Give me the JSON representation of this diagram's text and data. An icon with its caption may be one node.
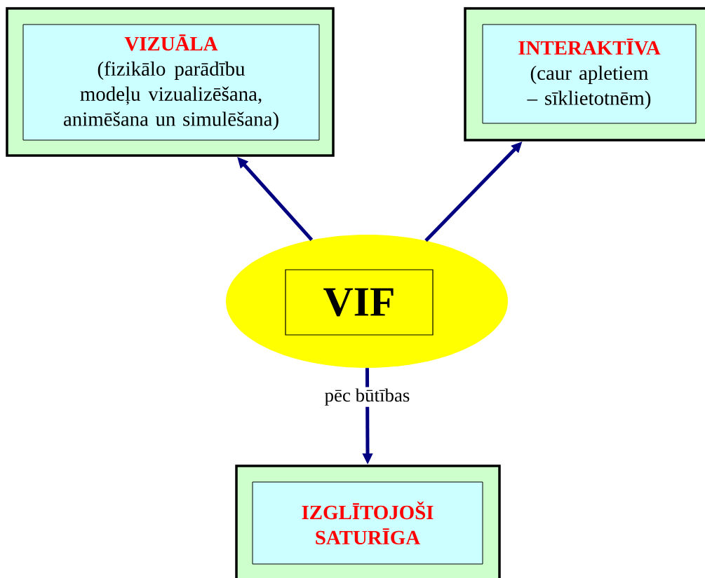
{
  "diagram": {
    "nodes": [
      {
        "text": [],
        "shape": "box"
      },
      {
        "text": [
          "VIZUĀLA",
          "(fizikālo parādību modeļu vizualizēšana, animēšana un simulēšana)"
        ],
        "in": 0
      },
      {
        "text": [],
        "shape": "box"
      },
      {
        "text": [
          "INTERAKTĪVA",
          "(caur apletiem – sīklietotnēm)"
        ],
        "in": 2
      },
      {
        "text": [],
        "shape": "ellipse"
      },
      {
        "text": [
          "VIF"
        ],
        "in": 4
      },
      {
        "text": [],
        "shape": "box"
      },
      {
        "text": [
          "IZGLĪTOJOŠI SATURĪGA"
        ],
        "in": 6
      }
    ],
    "edges": [
      {
        "from": 4,
        "to": 0,
        "arrow": "to"
      },
      {
        "from": 4,
        "to": 2,
        "arrow": "to"
      },
      {
        "from": 4,
        "to": 6,
        "arrow": "to",
        "label": "pēc būtības"
      }
    ]
  }
}
